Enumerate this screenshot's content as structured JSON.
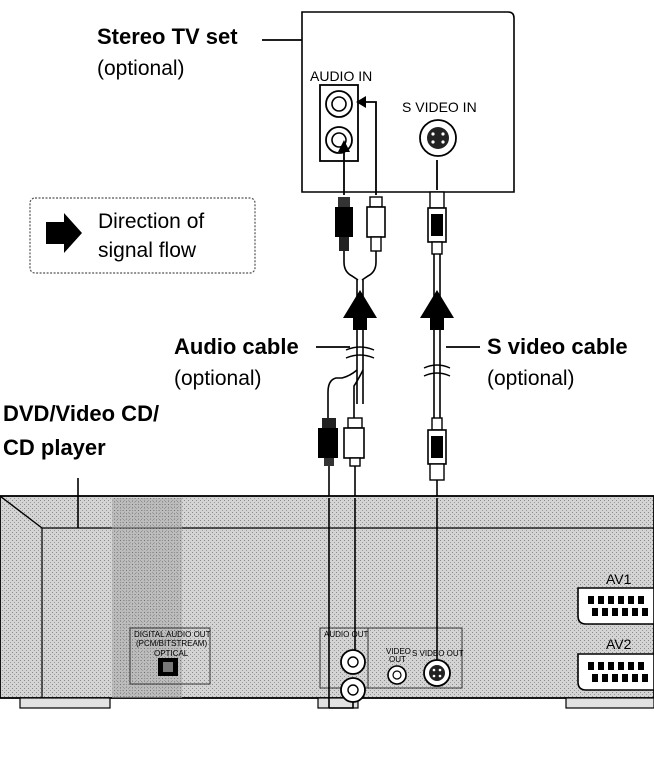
{
  "tv": {
    "label": "Stereo TV set",
    "sublabel": "(optional)",
    "audio_in_label": "AUDIO IN",
    "s_video_in_label": "S VIDEO IN"
  },
  "legend": {
    "line1": "Direction of",
    "line2": "signal flow"
  },
  "audio_cable": {
    "label": "Audio cable",
    "sublabel": "(optional)"
  },
  "s_video_cable": {
    "label": "S video cable",
    "sublabel": "(optional)"
  },
  "player": {
    "line1": "DVD/Video CD/",
    "line2": "CD player",
    "digital_audio_out_line1": "DIGITAL AUDIO OUT",
    "digital_audio_out_line2": "(PCM/BITSTREAM)",
    "optical_label": "OPTICAL",
    "audio_out_label": "AUDIO OUT",
    "video_out_line1": "VIDEO",
    "video_out_line2": "OUT",
    "s_video_out_label": "S VIDEO OUT",
    "av1_label": "AV1",
    "av2_label": "AV2"
  }
}
